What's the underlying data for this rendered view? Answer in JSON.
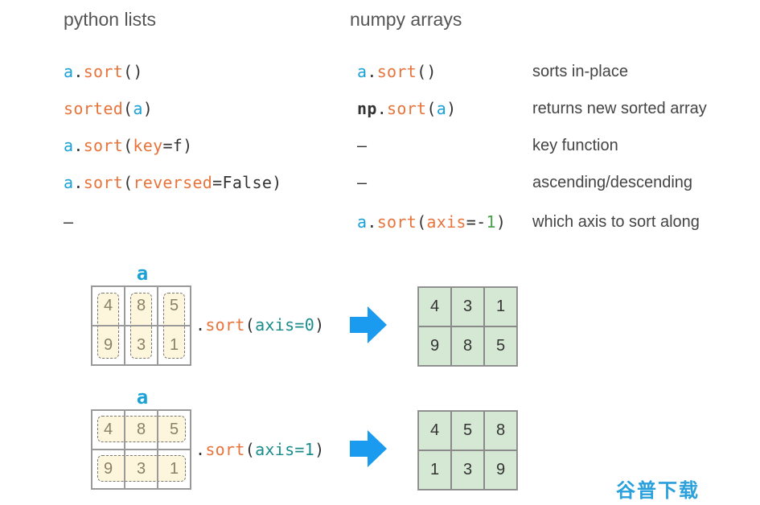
{
  "headers": {
    "left": "python lists",
    "right": "numpy arrays"
  },
  "rows": [
    {
      "py": [
        {
          "t": "a",
          "c": "var"
        },
        {
          "t": ".",
          "c": "plain"
        },
        {
          "t": "sort",
          "c": "fn"
        },
        {
          "t": "()",
          "c": "plain"
        }
      ],
      "np": [
        {
          "t": "a",
          "c": "var"
        },
        {
          "t": ".",
          "c": "plain"
        },
        {
          "t": "sort",
          "c": "fn"
        },
        {
          "t": "()",
          "c": "plain"
        }
      ],
      "desc": "sorts in-place"
    },
    {
      "py": [
        {
          "t": "sorted",
          "c": "fn"
        },
        {
          "t": "(",
          "c": "plain"
        },
        {
          "t": "a",
          "c": "var"
        },
        {
          "t": ")",
          "c": "plain"
        }
      ],
      "np": [
        {
          "t": "np",
          "c": "np"
        },
        {
          "t": ".",
          "c": "plain"
        },
        {
          "t": "sort",
          "c": "fn"
        },
        {
          "t": "(",
          "c": "plain"
        },
        {
          "t": "a",
          "c": "var"
        },
        {
          "t": ")",
          "c": "plain"
        }
      ],
      "desc": "returns new sorted array"
    },
    {
      "py": [
        {
          "t": "a",
          "c": "var"
        },
        {
          "t": ".",
          "c": "plain"
        },
        {
          "t": "sort",
          "c": "fn"
        },
        {
          "t": "(",
          "c": "plain"
        },
        {
          "t": "key",
          "c": "kw"
        },
        {
          "t": "=f)",
          "c": "plain"
        }
      ],
      "np": [
        {
          "t": "–",
          "c": "plain"
        }
      ],
      "desc": "key function"
    },
    {
      "py": [
        {
          "t": "a",
          "c": "var"
        },
        {
          "t": ".",
          "c": "plain"
        },
        {
          "t": "sort",
          "c": "fn"
        },
        {
          "t": "(",
          "c": "plain"
        },
        {
          "t": "reversed",
          "c": "kw"
        },
        {
          "t": "=False)",
          "c": "plain"
        }
      ],
      "np": [
        {
          "t": "–",
          "c": "plain"
        }
      ],
      "desc": "ascending/descending"
    },
    {
      "py": [
        {
          "t": "–",
          "c": "plain"
        }
      ],
      "np": [
        {
          "t": "a",
          "c": "var"
        },
        {
          "t": ".",
          "c": "plain"
        },
        {
          "t": "sort",
          "c": "fn"
        },
        {
          "t": "(",
          "c": "plain"
        },
        {
          "t": "axis",
          "c": "kw"
        },
        {
          "t": "=-",
          "c": "plain"
        },
        {
          "t": "1",
          "c": "num"
        },
        {
          "t": ")",
          "c": "plain"
        }
      ],
      "desc": "which axis to sort along"
    }
  ],
  "examples": [
    {
      "array_label": "a",
      "source": [
        [
          4,
          8,
          5
        ],
        [
          9,
          3,
          1
        ]
      ],
      "call": [
        {
          "t": ".",
          "c": "plain"
        },
        {
          "t": "sort",
          "c": "fn"
        },
        {
          "t": "(",
          "c": "plain"
        },
        {
          "t": "axis=0",
          "c": "teal"
        },
        {
          "t": ")",
          "c": "plain"
        }
      ],
      "result": [
        [
          4,
          3,
          1
        ],
        [
          9,
          8,
          5
        ]
      ],
      "group_by": "column"
    },
    {
      "array_label": "a",
      "source": [
        [
          4,
          8,
          5
        ],
        [
          9,
          3,
          1
        ]
      ],
      "call": [
        {
          "t": ".",
          "c": "plain"
        },
        {
          "t": "sort",
          "c": "fn"
        },
        {
          "t": "(",
          "c": "plain"
        },
        {
          "t": "axis=1",
          "c": "teal"
        },
        {
          "t": ")",
          "c": "plain"
        }
      ],
      "result": [
        [
          4,
          5,
          8
        ],
        [
          1,
          3,
          9
        ]
      ],
      "group_by": "row"
    }
  ],
  "colors": {
    "var": "#1aa1d6",
    "fn": "#e8743b",
    "arrow": "#1a9bf0",
    "result_fill": "#d5e8d4"
  },
  "icons": {
    "arrow": "right-arrow-icon"
  },
  "watermark": "谷普下载"
}
